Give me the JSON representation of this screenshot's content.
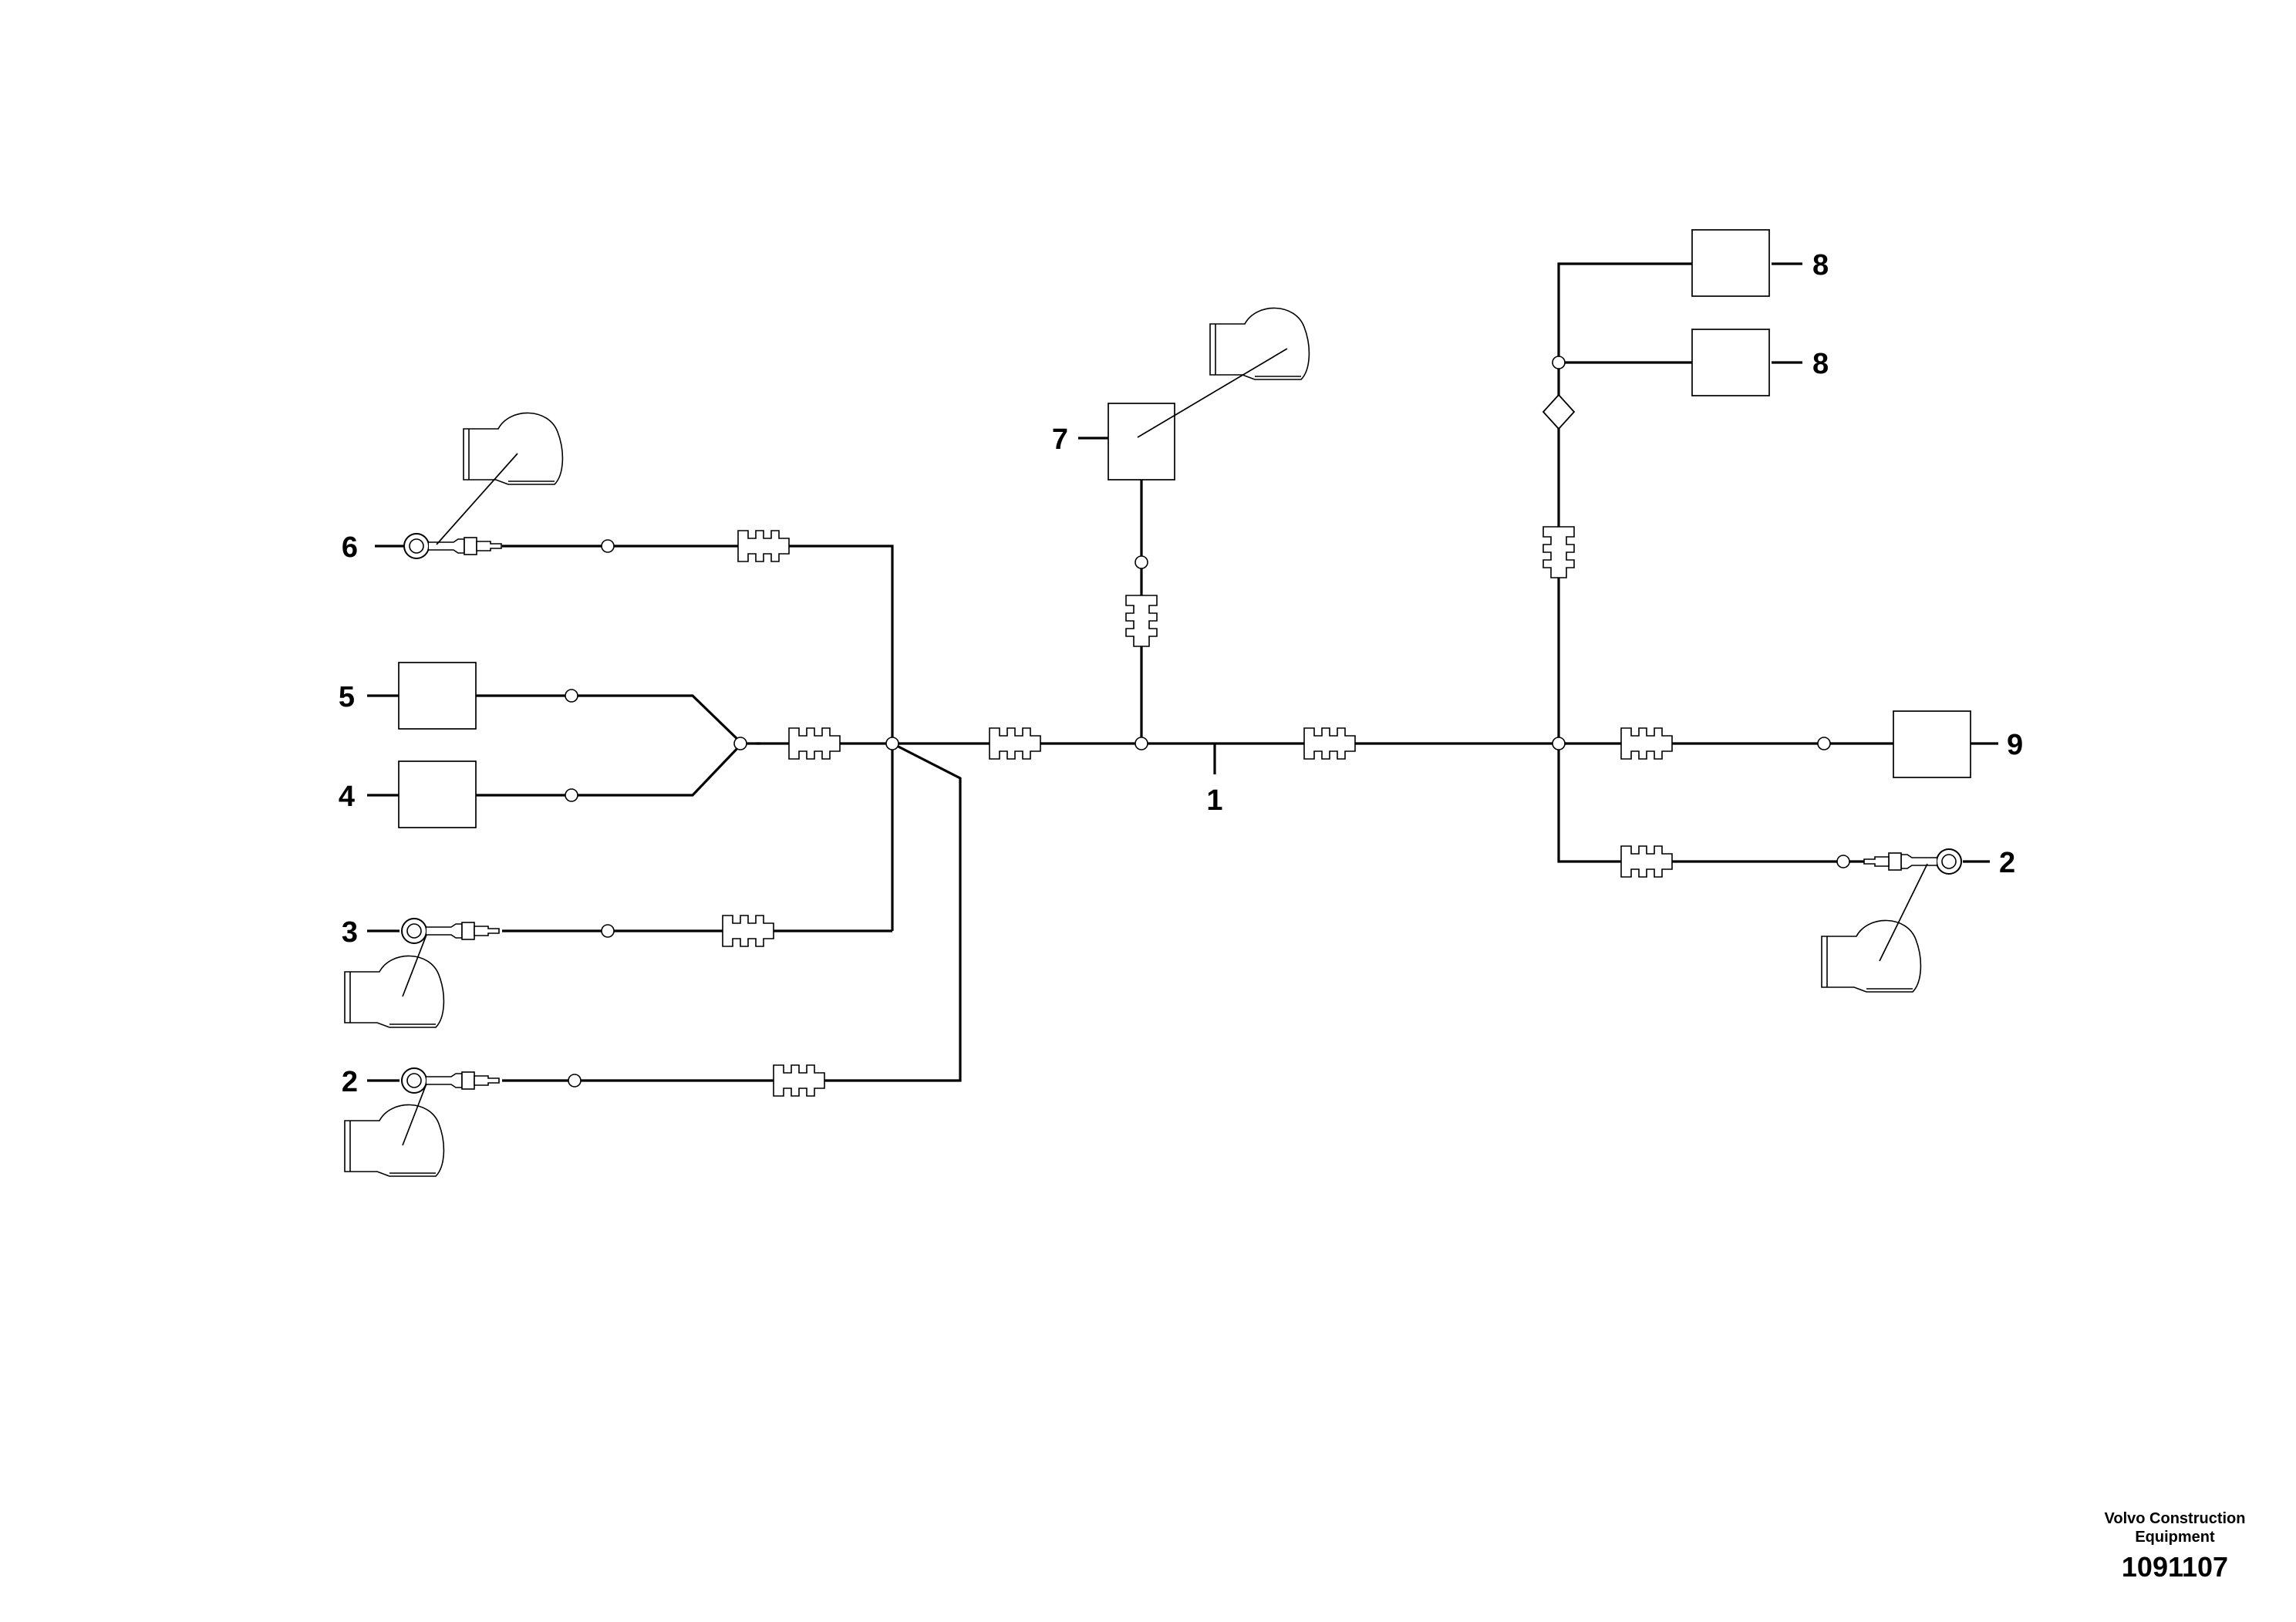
{
  "callouts": {
    "main_harness": "1",
    "ground_lower_left": "2",
    "ground_right": "2",
    "ground_left": "3",
    "connector_4": "4",
    "connector_5": "5",
    "ground_top_left": "6",
    "connector_7": "7",
    "connector_8_upper": "8",
    "connector_8_lower": "8",
    "connector_9": "9"
  },
  "footer": {
    "company": "Volvo Construction Equipment",
    "drawing_number": "1091107"
  }
}
